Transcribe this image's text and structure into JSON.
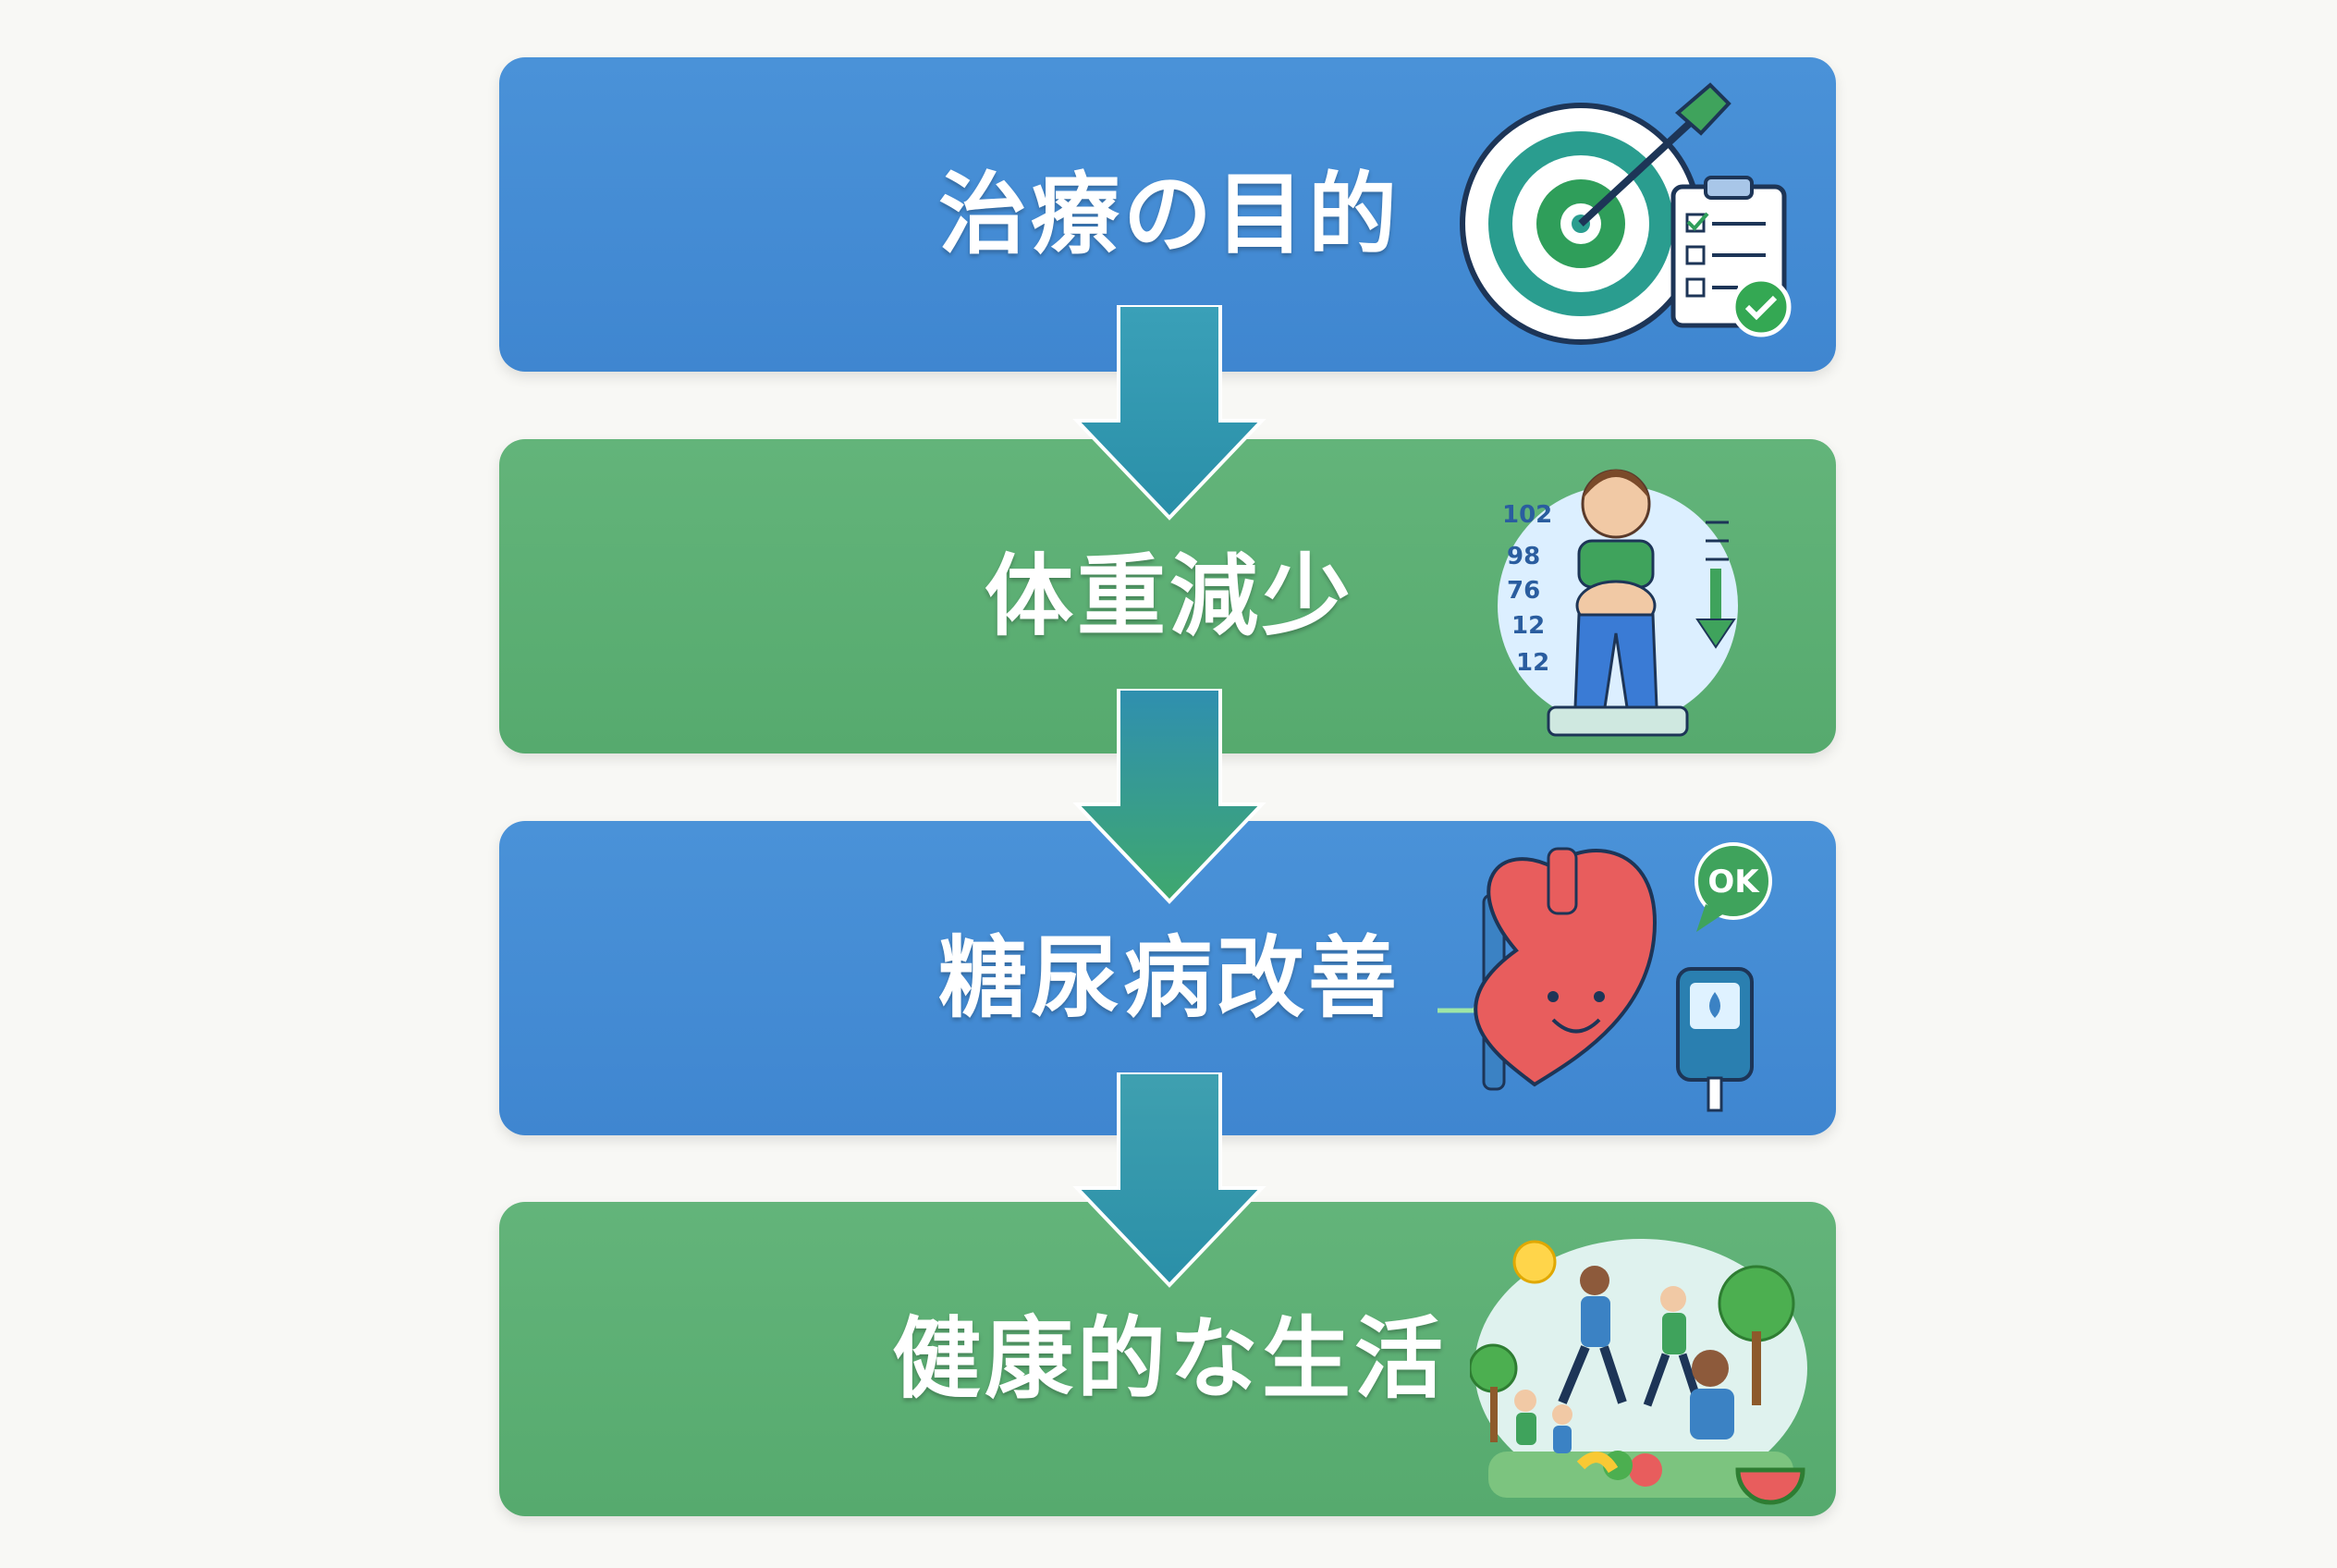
{
  "steps": [
    {
      "label": "治療の目的",
      "color": "#4a92d8",
      "icon": "target-checklist-icon"
    },
    {
      "label": "体重減少",
      "color": "#5fb276",
      "icon": "weight-loss-scale-icon",
      "scale_numbers": [
        "102",
        "98",
        "76",
        "12",
        "12"
      ]
    },
    {
      "label": "糖尿病改善",
      "color": "#4a92d8",
      "icon": "heart-glucose-meter-icon",
      "badge": "OK"
    },
    {
      "label": "健康的な生活",
      "color": "#5fb276",
      "icon": "healthy-family-park-icon"
    }
  ]
}
